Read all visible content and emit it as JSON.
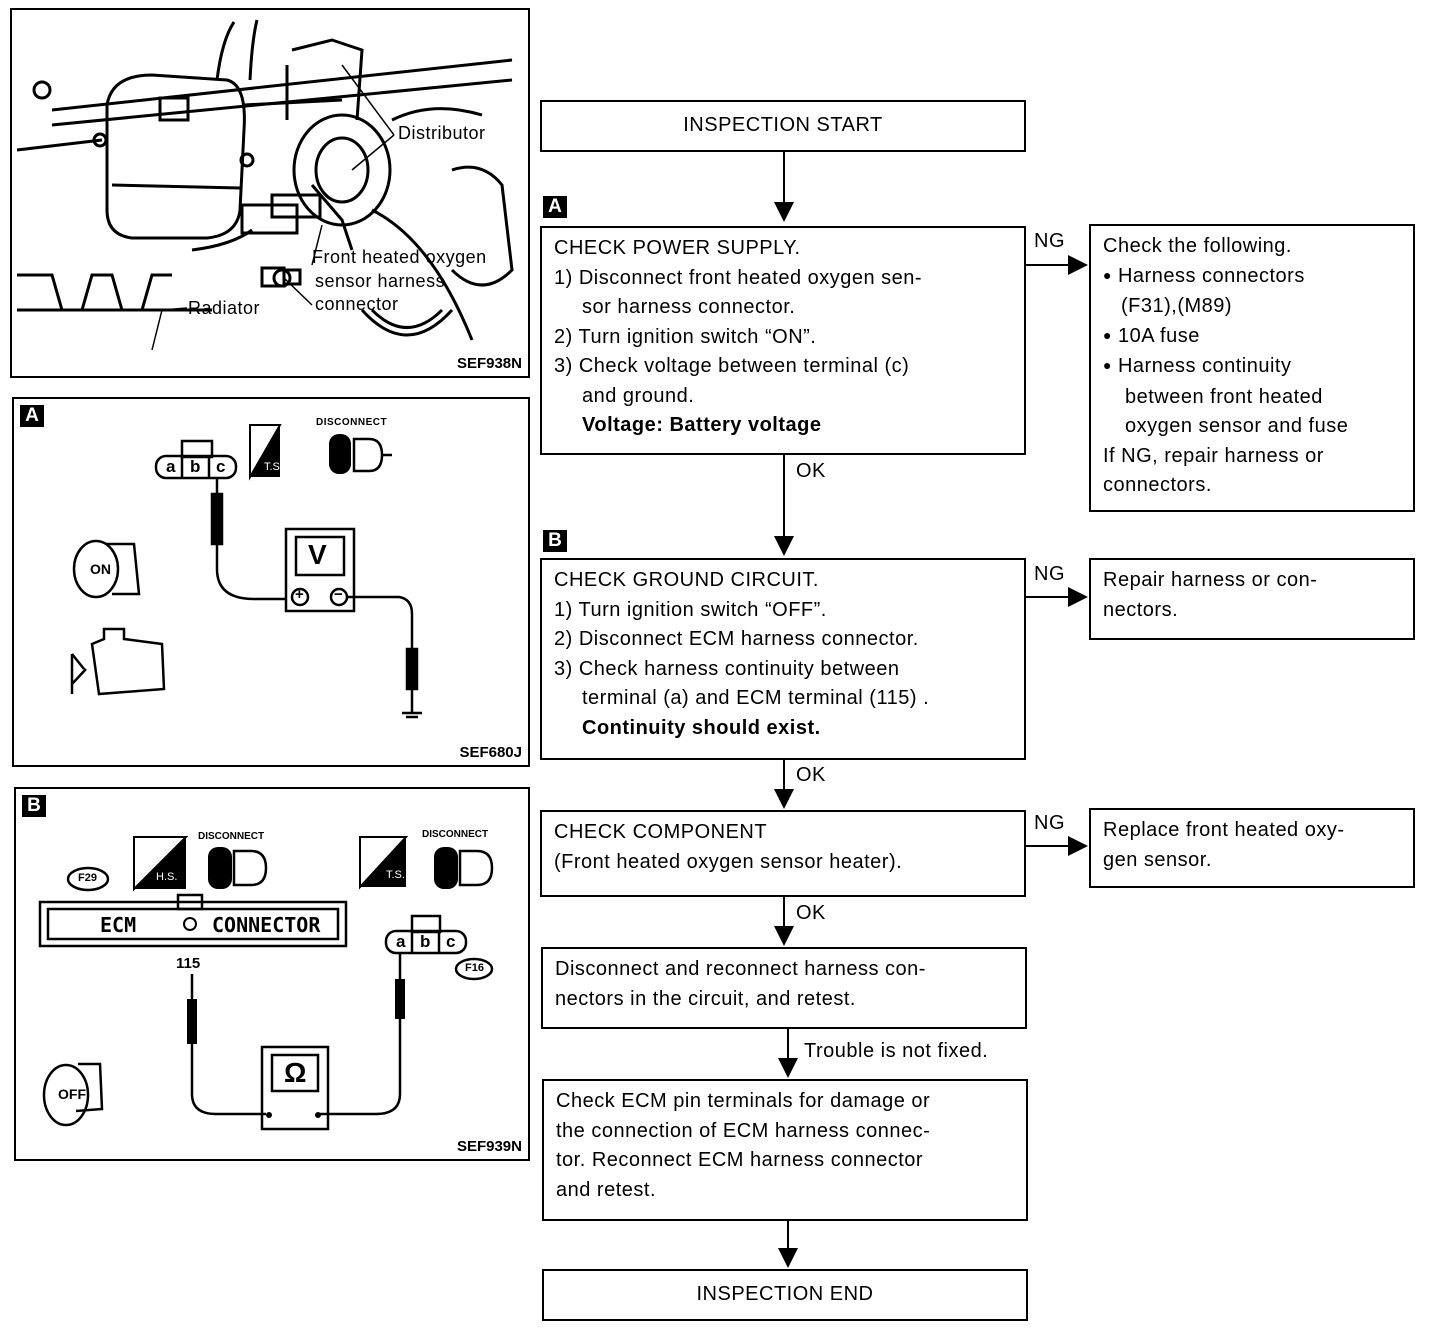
{
  "figures": {
    "location": {
      "code": "SEF938N",
      "labels": {
        "distributor": "Distributor",
        "sensor_line1": "Front heated oxygen",
        "sensor_line2": "sensor harness",
        "sensor_line3": "connector",
        "radiator": "Radiator"
      }
    },
    "fig_a": {
      "tag": "A",
      "code": "SEF680J",
      "disconnect": "DISCONNECT",
      "ts": "T.S.",
      "connector_pins": [
        "a",
        "b",
        "c"
      ],
      "meter": "V",
      "plus": "+",
      "minus": "−",
      "key": "ON"
    },
    "fig_b": {
      "tag": "B",
      "code": "SEF939N",
      "disconnect": "DISCONNECT",
      "hs": "H.S.",
      "ts": "T.S.",
      "ecm_label": "ECM",
      "connector_label": "CONNECTOR",
      "f29": "F29",
      "f16": "F16",
      "terminal": "115",
      "connector_pins": [
        "a",
        "b",
        "c"
      ],
      "meter": "Ω",
      "key": "OFF"
    }
  },
  "flow": {
    "start": "INSPECTION START",
    "end": "INSPECTION END",
    "ok": "OK",
    "ng": "NG",
    "trouble": "Trouble is not fixed.",
    "step_a": {
      "tag": "A",
      "title": "CHECK POWER SUPPLY.",
      "l1": "1) Disconnect front heated oxygen sen-",
      "l1b": "sor harness connector.",
      "l2": "2) Turn ignition switch “ON”.",
      "l3": "3) Check voltage between terminal (c)",
      "l3b": "and ground.",
      "spec": "Voltage: Battery voltage"
    },
    "step_a_ng": {
      "title": "Check the following.",
      "b1": "Harness connectors",
      "b1b": "(F31),(M89)",
      "b2": "10A fuse",
      "b3": "Harness continuity",
      "b3b": "between front heated",
      "b3c": "oxygen sensor and fuse",
      "l4": "If NG, repair harness or",
      "l4b": "connectors."
    },
    "step_b": {
      "tag": "B",
      "title": "CHECK GROUND CIRCUIT.",
      "l1": "1) Turn ignition switch “OFF”.",
      "l2": "2) Disconnect ECM harness connector.",
      "l3": "3) Check harness continuity between",
      "l3b": "terminal (a) and ECM terminal (115) .",
      "spec": "Continuity should exist."
    },
    "step_b_ng": {
      "l1": "Repair harness or con-",
      "l1b": "nectors."
    },
    "step_c": {
      "l1": "CHECK COMPONENT",
      "l2": "(Front heated oxygen sensor heater)."
    },
    "step_c_ng": {
      "l1": "Replace front heated oxy-",
      "l1b": "gen sensor."
    },
    "step_d": {
      "l1": "Disconnect and reconnect harness con-",
      "l1b": "nectors in the circuit, and retest."
    },
    "step_e": {
      "l1": "Check ECM pin terminals for damage or",
      "l2": "the connection of ECM harness connec-",
      "l3": "tor. Reconnect ECM harness connector",
      "l4": "and retest."
    }
  }
}
